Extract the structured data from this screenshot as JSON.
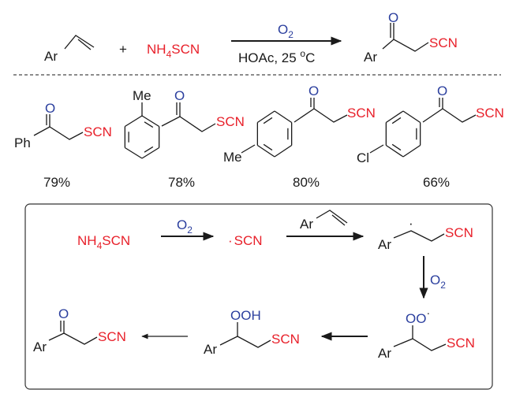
{
  "colors": {
    "thiocyanate": "#e8202a",
    "oxygen": "#2b3f9e",
    "ink": "#1a1a1a"
  },
  "reaction": {
    "reactant_ar": "Ar",
    "plus": "+",
    "reagent": {
      "a": "NH",
      "sub": "4",
      "b": "SCN"
    },
    "above_arrow": {
      "a": "O",
      "sub": "2"
    },
    "below_arrow": {
      "a": "HOAc, 25 ",
      "sup": "o",
      "b": "C"
    },
    "product": {
      "ar": "Ar",
      "o": "O",
      "scn": "SCN"
    }
  },
  "examples": [
    {
      "aryl": "Ph",
      "o": "O",
      "scn": "SCN",
      "yield": "79%"
    },
    {
      "substituent": "Me",
      "o": "O",
      "scn": "SCN",
      "yield": "78%"
    },
    {
      "substituent": "Me",
      "o": "O",
      "scn": "SCN",
      "yield": "80%"
    },
    {
      "substituent": "Cl",
      "o": "O",
      "scn": "SCN",
      "yield": "66%"
    }
  ],
  "mechanism": {
    "start": {
      "a": "NH",
      "sub": "4",
      "b": "SCN"
    },
    "step1_reagent": {
      "a": "O",
      "sub": "2"
    },
    "radical": {
      "dot": "·",
      "scn": "SCN"
    },
    "step2_reagent_ar": "Ar",
    "alkyl_radical": {
      "ar": "Ar",
      "dot": "·",
      "scn": "SCN"
    },
    "step3_reagent": {
      "a": "O",
      "sub": "2"
    },
    "peroxy_radical": {
      "ar": "Ar",
      "oo": "OO",
      "dot": "·",
      "scn": "SCN"
    },
    "hydroperoxide": {
      "ar": "Ar",
      "ooh": "OOH",
      "scn": "SCN"
    },
    "product": {
      "ar": "Ar",
      "o": "O",
      "scn": "SCN"
    }
  }
}
